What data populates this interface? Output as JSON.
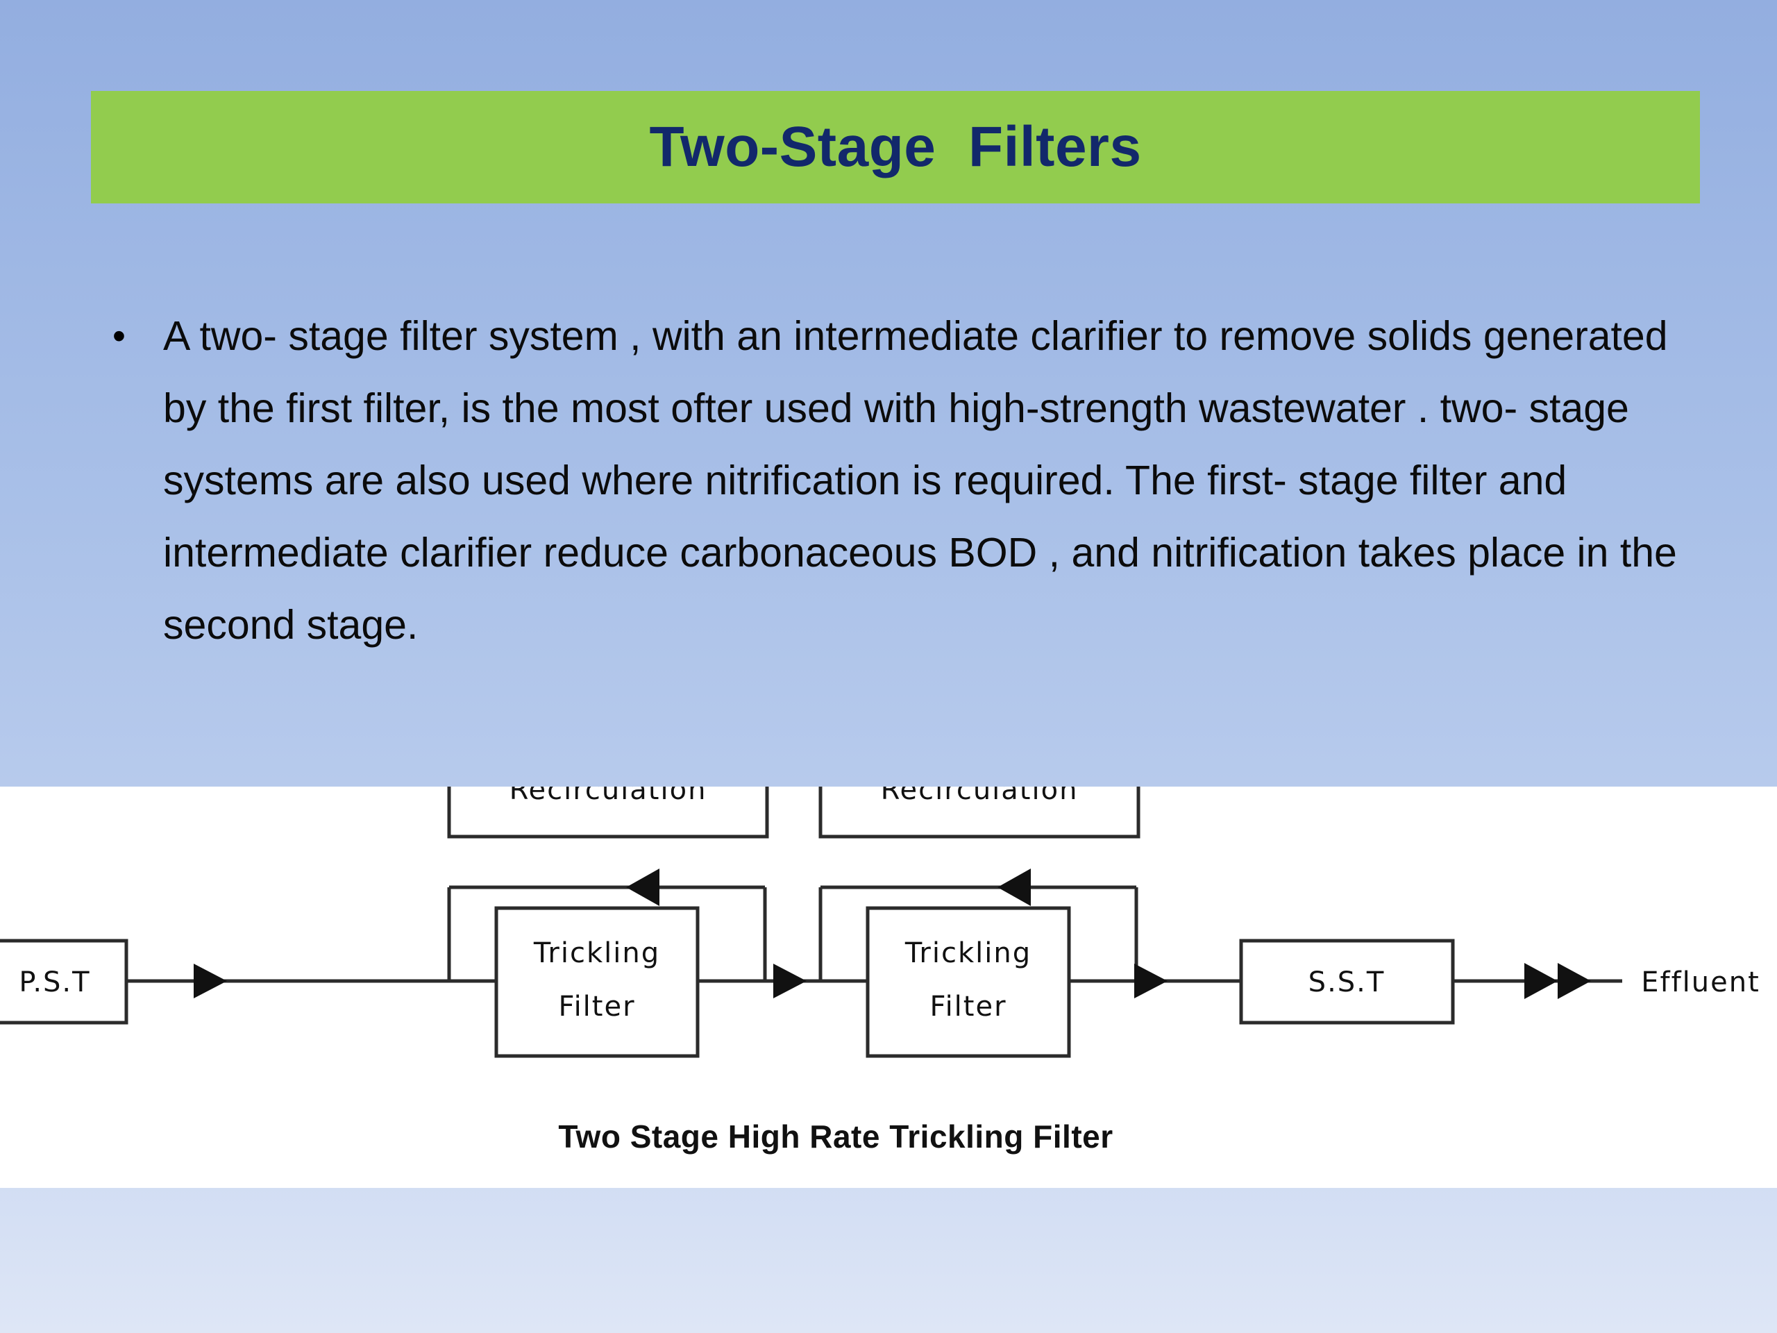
{
  "slide": {
    "title": "Two-Stage  Filters",
    "title_color": "#12286B",
    "banner_color": "#92CC4E",
    "background_top_color": "#93AEE0",
    "background_bottom_color": "#DEE6F6"
  },
  "body": {
    "bullet_glyph": "•",
    "paragraph": "A two- stage filter system , with an intermediate clarifier to remove solids generated by the first  filter,  is the most ofter used with high-strength wastewater . two- stage systems are also used where nitrification  is required. The first- stage filter and intermediate clarifier reduce carbonaceous BOD , and nitrification takes  place in the second stage."
  },
  "diagram": {
    "caption": "Two Stage High Rate Trickling Filter",
    "panel_background": "#FFFFFF",
    "nodes": [
      {
        "id": "pst",
        "label": "P.S.T"
      },
      {
        "id": "recirculation-1",
        "label": "Recirculation"
      },
      {
        "id": "trickling-filter-1",
        "label_line1": "Trickling",
        "label_line2": "Filter"
      },
      {
        "id": "recirculation-2",
        "label": "Recirculation"
      },
      {
        "id": "trickling-filter-2",
        "label_line1": "Trickling",
        "label_line2": "Filter"
      },
      {
        "id": "sst",
        "label": "S.S.T"
      },
      {
        "id": "effluent",
        "label": "Effluent"
      }
    ],
    "flow_order": [
      "P.S.T",
      "Trickling Filter",
      "Trickling Filter",
      "S.S.T",
      "Effluent"
    ]
  }
}
